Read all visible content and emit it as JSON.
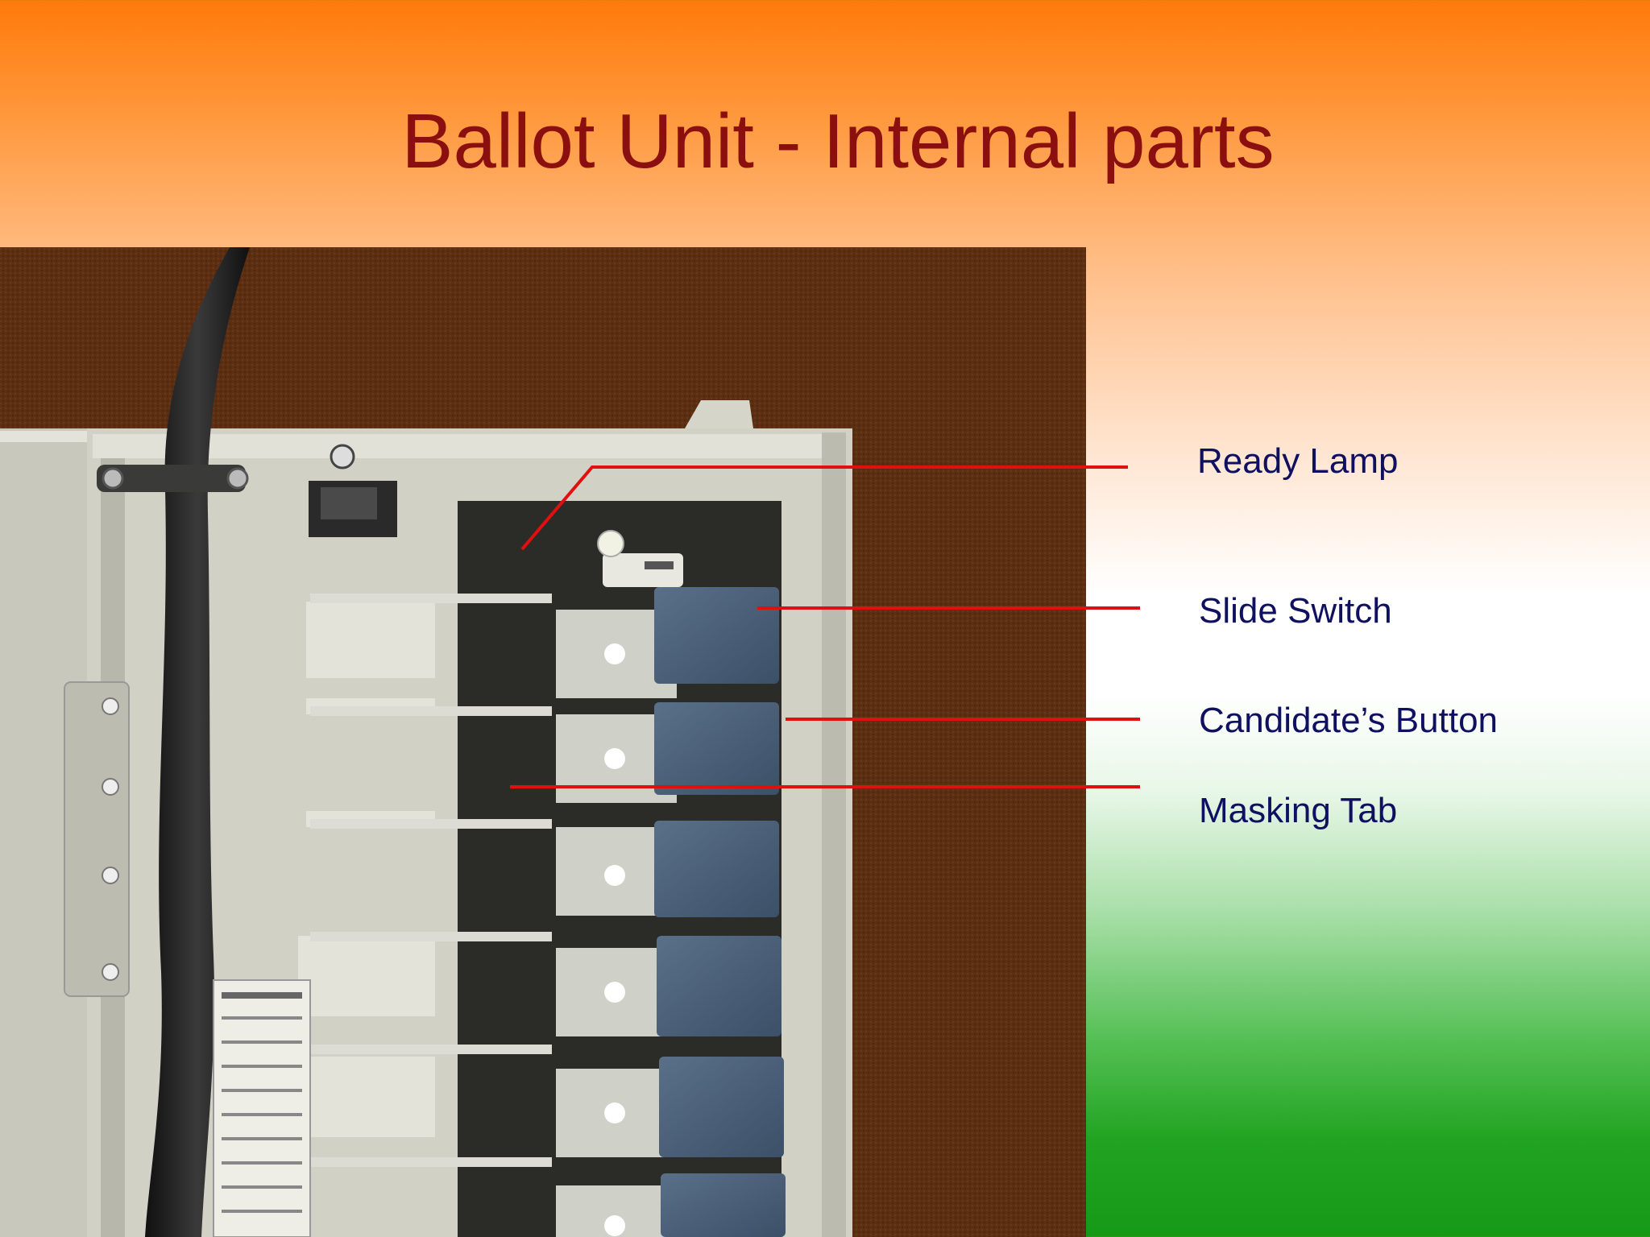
{
  "title": "Ballot Unit - Internal parts",
  "labels": {
    "ready_lamp": "Ready Lamp",
    "slide_switch": "Slide Switch",
    "candidate_button": "Candidate’s Button",
    "masking_tab": "Masking Tab"
  },
  "colors": {
    "title": "#8b0f0f",
    "label_text": "#101060",
    "leader_line": "#e01010",
    "photo_background": "#5a2d12"
  }
}
